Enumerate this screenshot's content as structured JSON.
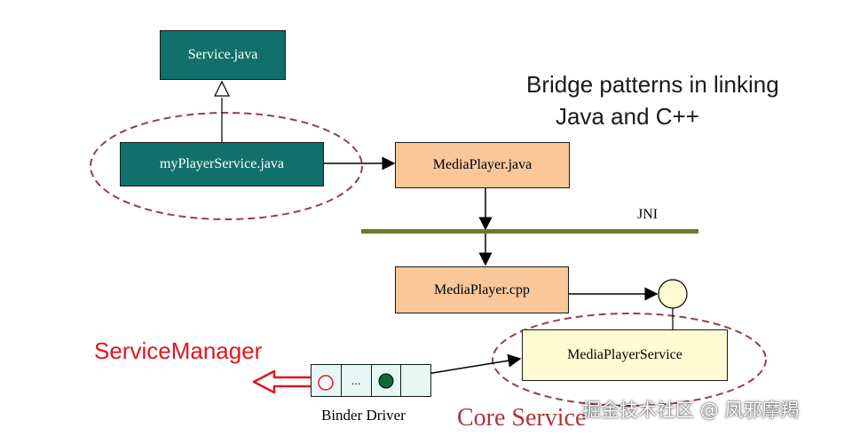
{
  "boxes": {
    "service": "Service.java",
    "my_player_service": "myPlayerService.java",
    "media_player_java": "MediaPlayer.java",
    "media_player_cpp": "MediaPlayer.cpp",
    "media_player_service": "MediaPlayerService"
  },
  "labels": {
    "bridge_line1": "Bridge patterns in linking",
    "bridge_line2": "Java and C++",
    "jni": "JNI",
    "service_manager": "ServiceManager",
    "binder_driver": "Binder Driver",
    "core_service": "Core Service",
    "binder_cell_dots": "...",
    "watermark": "掘金技术社区 @ 凤邪摩羯"
  },
  "colors": {
    "teal": "#12706a",
    "orange": "#f9c79a",
    "yellow": "#fdfbd2",
    "ellipse": "#9c3b4d",
    "jni_bar": "#6e7a2c",
    "service_manager_text": "#e3141e",
    "core_service_text": "#b3313e"
  }
}
